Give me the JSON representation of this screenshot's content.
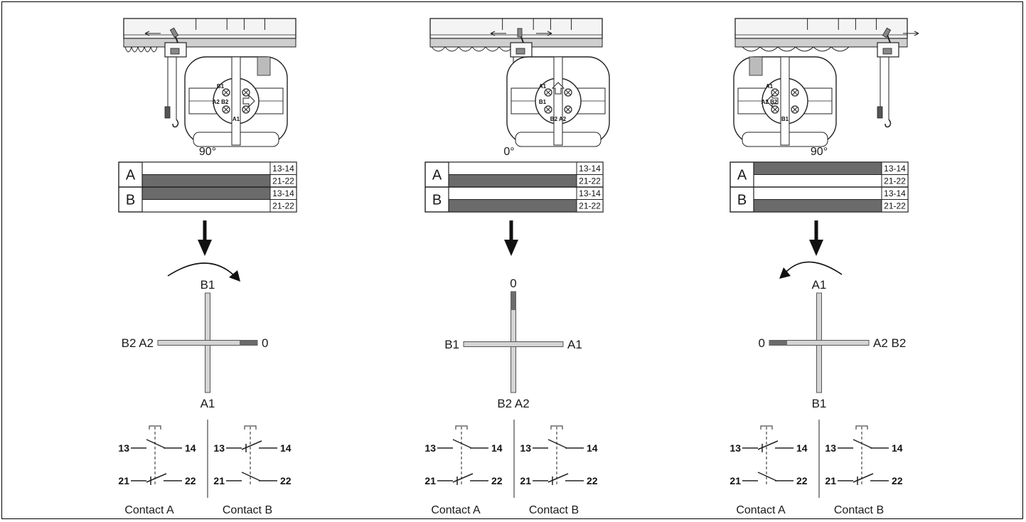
{
  "panels": [
    {
      "angle": "90°",
      "table": {
        "row_labels": [
          "A",
          "B"
        ],
        "terminals": [
          "13-14",
          "21-22",
          "13-14",
          "21-22"
        ],
        "filled": [
          false,
          true,
          true,
          false
        ]
      },
      "rotation": "clockwise",
      "cross_labels": {
        "top": "B1",
        "left": "B2 A2",
        "right": "0",
        "bottom": "A1"
      },
      "handle_marker": "right",
      "dial_labels": [
        "B1",
        "A2 B2",
        "A1"
      ],
      "contacts": {
        "terminal_labels": [
          "13",
          "14",
          "21",
          "22"
        ],
        "A": {
          "no_closed": false,
          "nc_closed": true
        },
        "B": {
          "no_closed": true,
          "nc_closed": false
        },
        "captions": [
          "Contact A",
          "Contact B"
        ]
      }
    },
    {
      "angle": "0°",
      "table": {
        "row_labels": [
          "A",
          "B"
        ],
        "terminals": [
          "13-14",
          "21-22",
          "13-14",
          "21-22"
        ],
        "filled": [
          false,
          true,
          false,
          true
        ]
      },
      "rotation": "none",
      "cross_labels": {
        "top": "0",
        "left": "B1",
        "right": "A1",
        "bottom": "B2 A2"
      },
      "handle_marker": "top",
      "dial_labels": [
        "A1",
        "B1",
        "B2 A2"
      ],
      "contacts": {
        "terminal_labels": [
          "13",
          "14",
          "21",
          "22"
        ],
        "A": {
          "no_closed": false,
          "nc_closed": true
        },
        "B": {
          "no_closed": false,
          "nc_closed": true
        },
        "captions": [
          "Contact A",
          "Contact B"
        ]
      }
    },
    {
      "angle": "90°",
      "table": {
        "row_labels": [
          "A",
          "B"
        ],
        "terminals": [
          "13-14",
          "21-22",
          "13-14",
          "21-22"
        ],
        "filled": [
          true,
          false,
          false,
          true
        ]
      },
      "rotation": "counterclockwise",
      "cross_labels": {
        "top": "A1",
        "left": "0",
        "right": "A2 B2",
        "bottom": "B1"
      },
      "handle_marker": "left",
      "dial_labels": [
        "A1",
        "A2 B2",
        "B1"
      ],
      "contacts": {
        "terminal_labels": [
          "13",
          "14",
          "21",
          "22"
        ],
        "A": {
          "no_closed": true,
          "nc_closed": false
        },
        "B": {
          "no_closed": false,
          "nc_closed": true
        },
        "captions": [
          "Contact A",
          "Contact B"
        ]
      }
    }
  ]
}
